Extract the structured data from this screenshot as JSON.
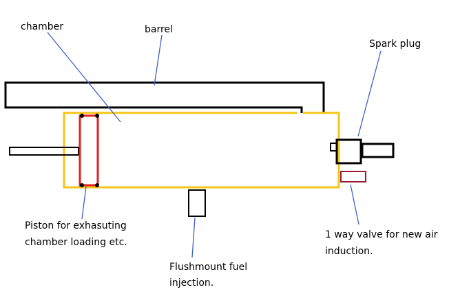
{
  "labels": {
    "chamber": "chamber",
    "barrel": "barrel",
    "spark_plug": "Spark plug",
    "piston_line1": "Piston for exhasuting",
    "piston_line2": "chamber loading etc.",
    "valve_line1": "1 way valve for new air",
    "valve_line2": "induction.",
    "fuel_line1": "Flushmount fuel",
    "fuel_line2": "injection."
  },
  "colors": {
    "outline": "#000000",
    "chamber": "#f5c518",
    "piston": "#e02020",
    "valve": "#9b1b30",
    "leader": "#3a5fcd"
  }
}
